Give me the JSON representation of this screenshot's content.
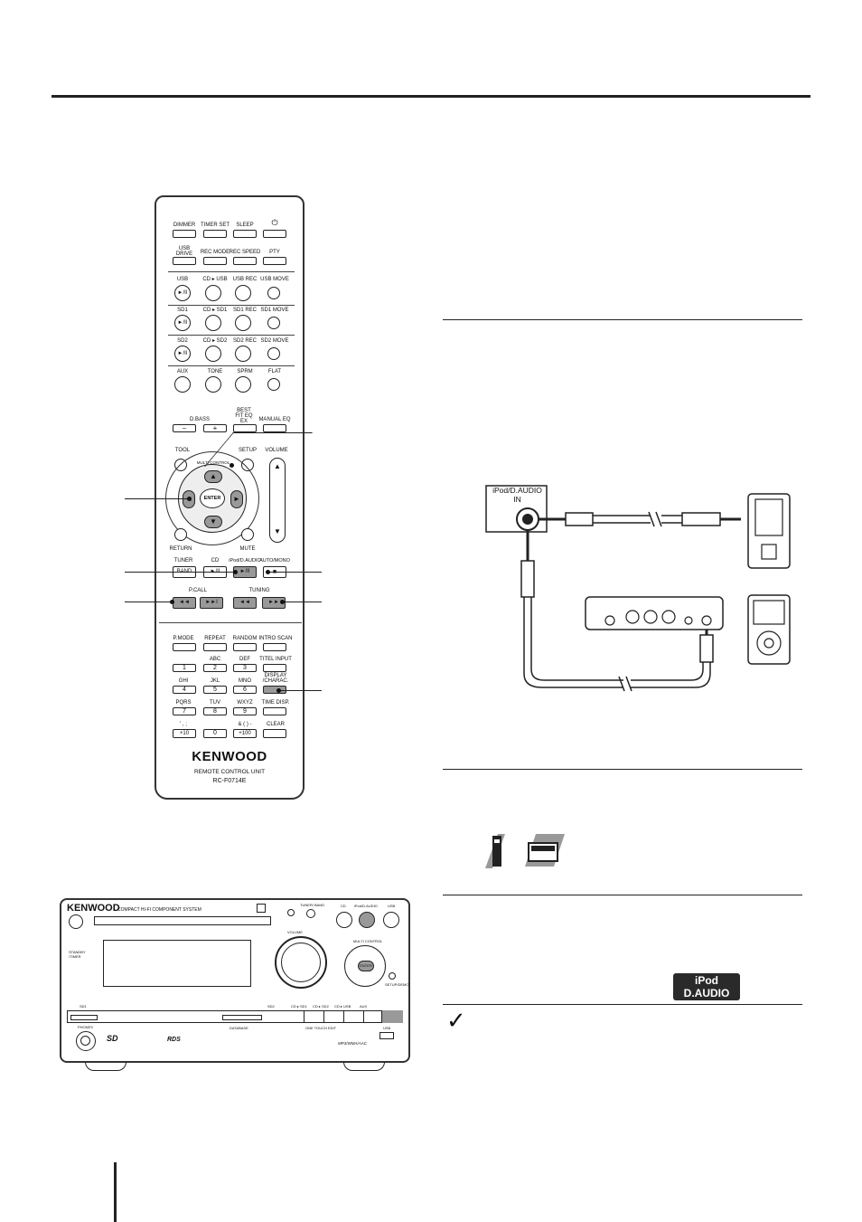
{
  "remote": {
    "rows": {
      "r1": [
        "DIMMER",
        "TIMER SET",
        "SLEEP",
        "⏻"
      ],
      "r2": [
        "USB DRIVE",
        "REC MODE",
        "REC SPEED",
        "PTY"
      ],
      "usb": [
        "USB",
        "CD ▸ USB",
        "USB REC",
        "USB MOVE"
      ],
      "sd1": [
        "SD1",
        "CD ▸ SD1",
        "SD1 REC",
        "SD1 MOVE"
      ],
      "sd2": [
        "SD2",
        "CD ▸ SD2",
        "SD2 REC",
        "SD2 MOVE"
      ],
      "aux": [
        "AUX",
        "TONE",
        "SPRM",
        "FLAT"
      ],
      "dbass": "D.BASS",
      "dbass_minus": "–",
      "dbass_plus": "+",
      "bestfit": "BEST FIT EQ EX",
      "manualeq": "MANUAL EQ"
    },
    "play_glyph": "►/II",
    "nav": {
      "tool": "TOOL",
      "setup": "SETUP",
      "volume": "VOLUME",
      "enter": "ENTER",
      "return": "RETURN",
      "mute": "MUTE",
      "multi_control": "MULTI CONTROL"
    },
    "src": {
      "tuner": "TUNER",
      "band": "BAND",
      "cd": "CD",
      "ipod": "iPod/D.AUDIO",
      "automono": "AUTO/MONO",
      "cd_glyph": "►/II",
      "ipod_glyph": "►/II",
      "stop_glyph": "■",
      "pcall": "P.CALL",
      "tuning": "TUNING",
      "prev_glyph": "◄◄",
      "next_glyph": "►►I",
      "rew_glyph": "◄◄",
      "ff_glyph": "►►"
    },
    "keypad": {
      "r1": [
        "P.MODE",
        "REPEAT",
        "RANDOM",
        "INTRO SCAN"
      ],
      "letters1": [
        "",
        "ABC",
        "DEF",
        "TITEL INPUT"
      ],
      "nums1": [
        "1",
        "2",
        "3",
        ""
      ],
      "letters2": [
        "GHI",
        "JKL",
        "MNO",
        "DISPLAY /CHARAC."
      ],
      "nums2": [
        "4",
        "5",
        "6",
        ""
      ],
      "letters3": [
        "PQRS",
        "TUV",
        "WXYZ",
        "TIME DISP."
      ],
      "nums3": [
        "7",
        "8",
        "9",
        ""
      ],
      "letters4": [
        "' , ;",
        "",
        "& ( ) -",
        "CLEAR"
      ],
      "nums4": [
        "+10",
        "0",
        "+100",
        ""
      ]
    },
    "brand": "KENWOOD",
    "unit_name": "REMOTE CONTROL UNIT",
    "model": "RC-F0714E"
  },
  "diagram": {
    "jack_label_1": "iPod/D.AUDIO",
    "jack_label_2": "IN"
  },
  "unit": {
    "brand": "KENWOOD",
    "subtitle": "COMPACT HI-FI COMPONENT SYSTEM",
    "volume": "VOLUME",
    "multicontrol": "MULTI CONTROL",
    "enter": "ENTER",
    "tuner_band": "TUNER/ BAND",
    "cd": "CD",
    "ipod": "iPod/D.AUDIO",
    "usb": "USB",
    "standby": "STANDBY /TIMER",
    "phones": "PHONES",
    "database": "DATABASE",
    "one_touch": "ONE TOUCH EDIT",
    "setup": "SETUP/DEMO",
    "formats": "MP3/WMA/AAC",
    "sd": "SD",
    "rds": "RDS",
    "usb_port": "USB",
    "source_labels": [
      "SD1",
      "SD2",
      "CD ▸ SD1",
      "CD ▸ SD2",
      "CD ▸ USB",
      "AUX"
    ]
  },
  "badge": {
    "line1": "iPod",
    "line2": "D.AUDIO"
  },
  "colors": {
    "ink": "#111111",
    "grey_button": "#999999",
    "badge_bg": "#2a2a2a"
  }
}
